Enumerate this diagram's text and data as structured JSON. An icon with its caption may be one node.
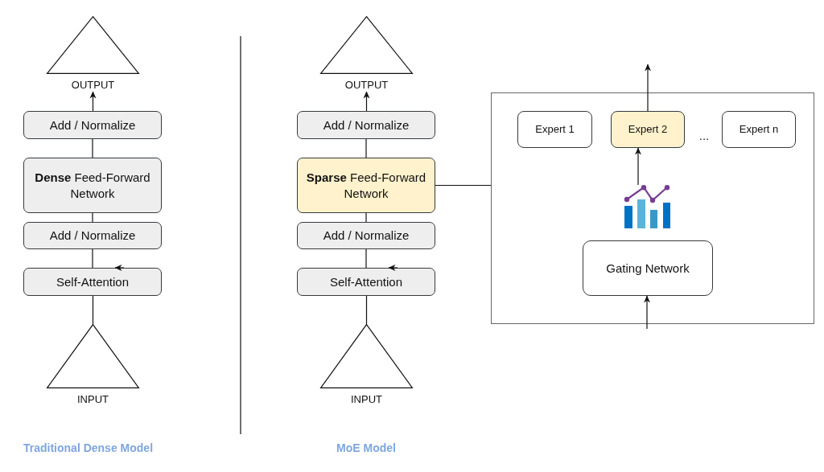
{
  "diagram": {
    "nodes": [
      {
        "text": [
          "OUTPUT"
        ]
      },
      {
        "text": [
          "Add / Normalize"
        ]
      },
      {
        "text": [
          "**Dense** Feed-Forward Network"
        ]
      },
      {
        "text": [
          "Add / Normalize"
        ]
      },
      {
        "text": [
          "Self-Attention"
        ]
      },
      {
        "text": [
          "INPUT"
        ]
      },
      {
        "text": [
          "OUTPUT"
        ]
      },
      {
        "text": [
          "Add / Normalize"
        ]
      },
      {
        "text": [
          "**Sparse** Feed-Forward Network"
        ]
      },
      {
        "text": [
          "Add / Normalize"
        ]
      },
      {
        "text": [
          "Self-Attention"
        ]
      },
      {
        "text": [
          "INPUT"
        ]
      },
      {
        "text": [],
        "shape": "box"
      },
      {
        "text": [
          "Expert 1"
        ],
        "in": 12
      },
      {
        "text": [
          "Expert 2"
        ],
        "in": 12
      },
      {
        "text": [
          "Expert n"
        ],
        "in": 12
      },
      {
        "text": [],
        "shape": "picture",
        "in": 12
      },
      {
        "text": [
          "Gating Network"
        ],
        "in": 12
      }
    ],
    "edges": [
      {
        "from": 1,
        "to": 0,
        "arrow": "to"
      },
      {
        "from": 2,
        "to": 1,
        "arrow": "none"
      },
      {
        "from": 3,
        "to": 2,
        "arrow": "none"
      },
      {
        "from": 4,
        "to": 3,
        "arrow": "none"
      },
      {
        "from": 5,
        "to": 4,
        "arrow": "none"
      },
      {
        "from": 7,
        "to": 6,
        "arrow": "to"
      },
      {
        "from": 8,
        "to": 7,
        "arrow": "none"
      },
      {
        "from": 9,
        "to": 8,
        "arrow": "none"
      },
      {
        "from": 10,
        "to": 9,
        "arrow": "none"
      },
      {
        "from": 11,
        "to": 10,
        "arrow": "none"
      },
      {
        "from": 8,
        "to": 12,
        "arrow": "none"
      },
      {
        "from": 14,
        "to": null,
        "arrow": "to"
      },
      {
        "from": 16,
        "to": 14,
        "arrow": "to"
      },
      {
        "from": null,
        "to": 17,
        "arrow": "to"
      },
      {
        "from": null,
        "to": 4,
        "arrow": "to"
      },
      {
        "from": null,
        "to": 10,
        "arrow": "to"
      }
    ],
    "labels": [
      "...",
      "Traditional Dense Model",
      "MoE Model"
    ]
  }
}
